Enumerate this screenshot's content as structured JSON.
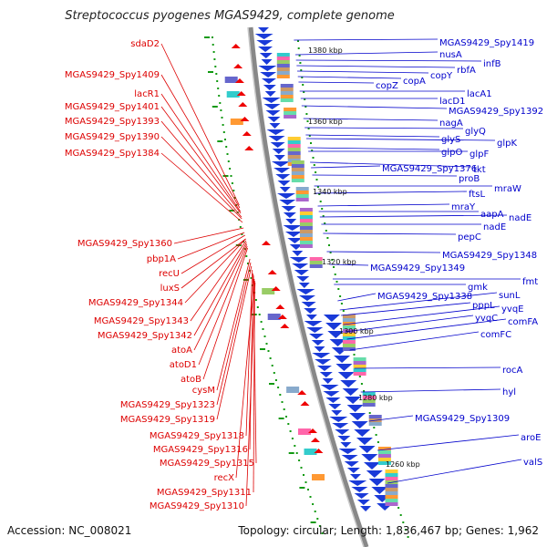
{
  "title": "Streptococcus pyogenes MGAS9429, complete genome",
  "footer": {
    "accession": "Accession: NC_008021",
    "topology": "Topology: circular; Length: 1,836,467 bp; Genes: 1,962"
  },
  "colors": {
    "left_label": "#dd0000",
    "right_label": "#0000cc",
    "backbone": "#888888",
    "ring_gene": "#1a3ad8",
    "ring_arrow": "#1a3ad8",
    "left_arrow": "#ee0000",
    "tick_dash": "#119911"
  },
  "scale_ticks": [
    "1380 kbp",
    "1360 kbp",
    "1340 kbp",
    "1320 kbp",
    "1300 kbp",
    "1280 kbp",
    "1260 kbp"
  ],
  "left_labels": [
    "sdaD2",
    "MGAS9429_Spy1409",
    "lacR1",
    "MGAS9429_Spy1401",
    "MGAS9429_Spy1393",
    "MGAS9429_Spy1390",
    "MGAS9429_Spy1384",
    "MGAS9429_Spy1360",
    "pbp1A",
    "recU",
    "luxS",
    "MGAS9429_Spy1344",
    "MGAS9429_Spy1343",
    "MGAS9429_Spy1342",
    "atoA",
    "atoD1",
    "atoB",
    "cysM",
    "MGAS9429_Spy1323",
    "MGAS9429_Spy1319",
    "MGAS9429_Spy1318",
    "MGAS9429_Spy1316",
    "MGAS9429_Spy1315",
    "recX",
    "MGAS9429_Spy1311",
    "MGAS9429_Spy1310"
  ],
  "right_labels": [
    "MGAS9429_Spy1419",
    "nusA",
    "infB",
    "rbfA",
    "copY",
    "copA",
    "copZ",
    "lacA1",
    "lacD1",
    "MGAS9429_Spy1392",
    "nagA",
    "glyQ",
    "glyS",
    "glpK",
    "glpO",
    "glpF",
    "tkt",
    "MGAS9429_Spy1376",
    "proB",
    "mraW",
    "ftsL",
    "mraY",
    "aapA",
    "nadE",
    "nadE",
    "pepC",
    "MGAS9429_Spy1348",
    "MGAS9429_Spy1349",
    "fmt",
    "gmk",
    "MGAS9429_Spy1338",
    "sunL",
    "pppL",
    "yvqE",
    "yvqC",
    "comFA",
    "comFC",
    "rocA",
    "hyl",
    "MGAS9429_Spy1309",
    "aroE",
    "valS"
  ]
}
